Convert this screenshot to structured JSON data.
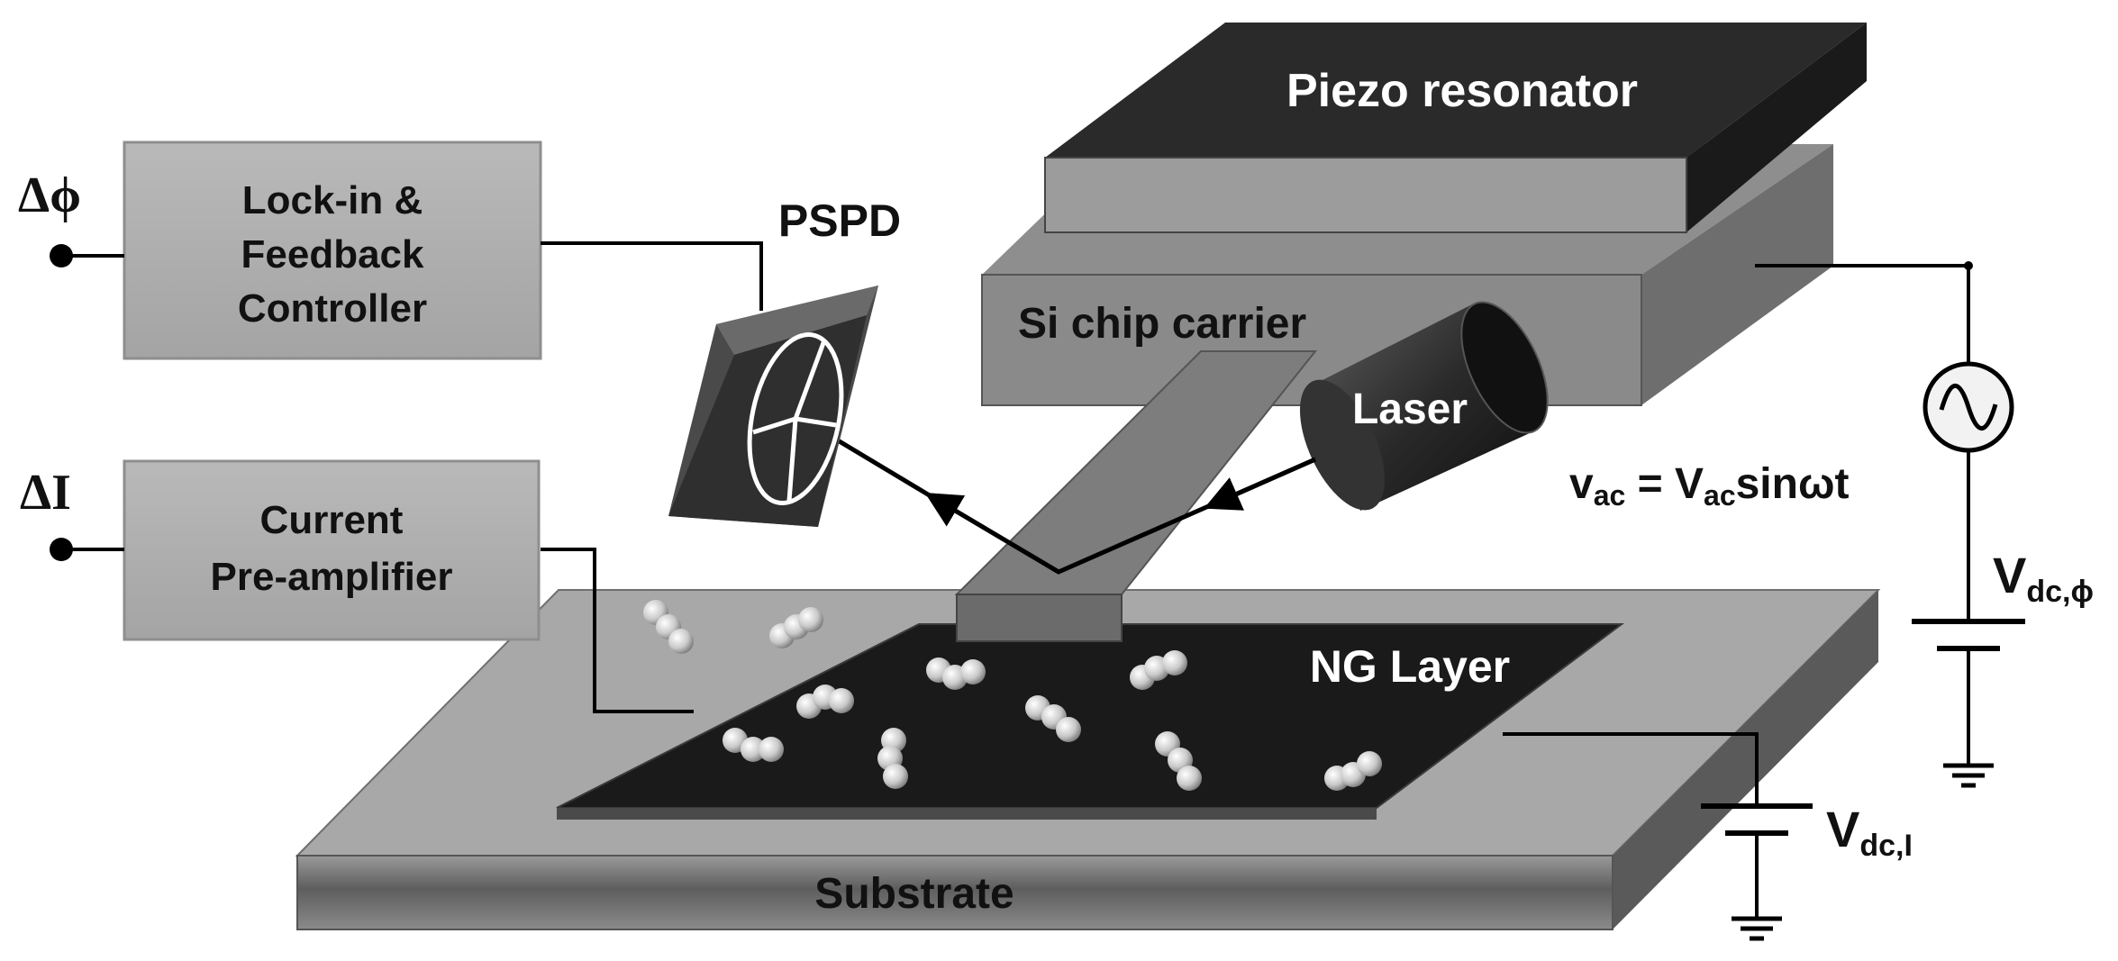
{
  "components": {
    "lockin": {
      "line1": "Lock-in &",
      "line2": "Feedback",
      "line3": "Controller"
    },
    "preamp": {
      "line1": "Current",
      "line2": "Pre-amplifier"
    },
    "pspd": "PSPD",
    "piezo": "Piezo resonator",
    "si_chip": "Si chip carrier",
    "laser": "Laser",
    "ng_layer": "NG Layer",
    "substrate": "Substrate"
  },
  "signals": {
    "delta_phi": "Δϕ",
    "delta_i": "ΔI"
  },
  "equations": {
    "vac_v": "v",
    "vac_sub": "ac",
    "vac_eq": " = V",
    "vac_sub2": "ac",
    "vac_tail": "sinωt",
    "vdc_phi_main": "V",
    "vdc_phi_sub": "dc,ϕ",
    "vdc_i_main": "V",
    "vdc_i_sub": "dc,I"
  }
}
